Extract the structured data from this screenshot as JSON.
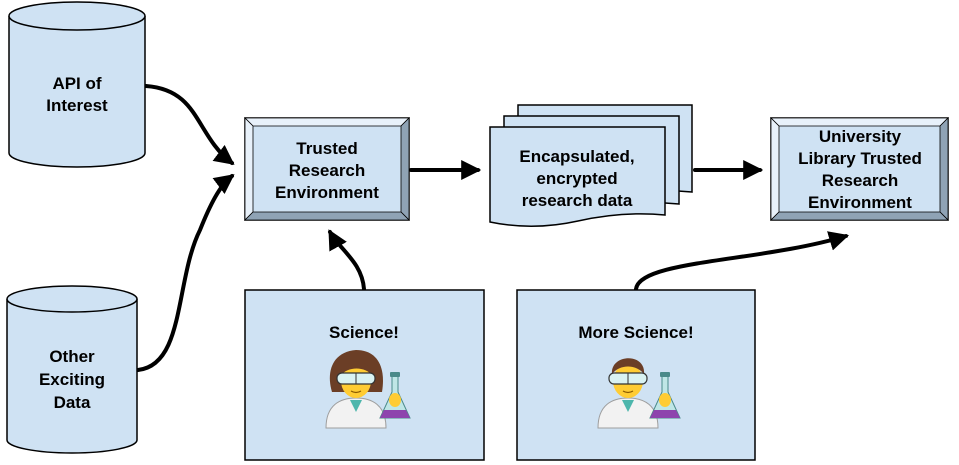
{
  "colors": {
    "fill": "#cfe2f3",
    "stroke": "#000000",
    "bevel_light": "#e8f1fa",
    "bevel_dark": "#8fa3b5"
  },
  "nodes": {
    "api": {
      "lines": [
        "API of",
        "Interest"
      ]
    },
    "other": {
      "lines": [
        "Other",
        "Exciting",
        "Data"
      ]
    },
    "tre": {
      "lines": [
        "Trusted",
        "Research",
        "Environment"
      ]
    },
    "encapsulated": {
      "lines": [
        "Encapsulated,",
        "encrypted",
        "research data"
      ]
    },
    "university": {
      "lines": [
        "University",
        "Library Trusted",
        "Research",
        "Environment"
      ]
    },
    "science": {
      "label": "Science!",
      "icon": "woman-scientist-icon"
    },
    "more_science": {
      "label": "More Science!",
      "icon": "man-scientist-icon"
    }
  }
}
